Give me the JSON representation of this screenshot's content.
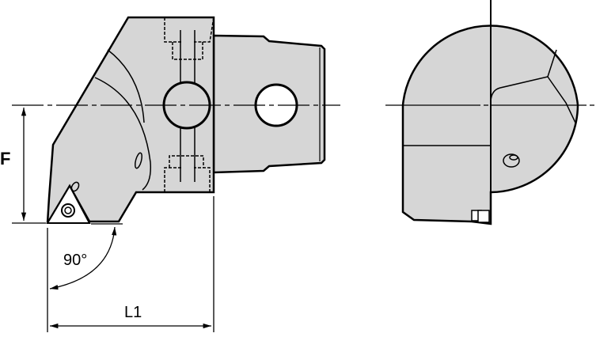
{
  "labels": {
    "f": "F",
    "angle": "90°",
    "l1": "L1"
  },
  "colors": {
    "body_fill": "#d6d6d6",
    "line": "#000000",
    "background": "#ffffff"
  }
}
